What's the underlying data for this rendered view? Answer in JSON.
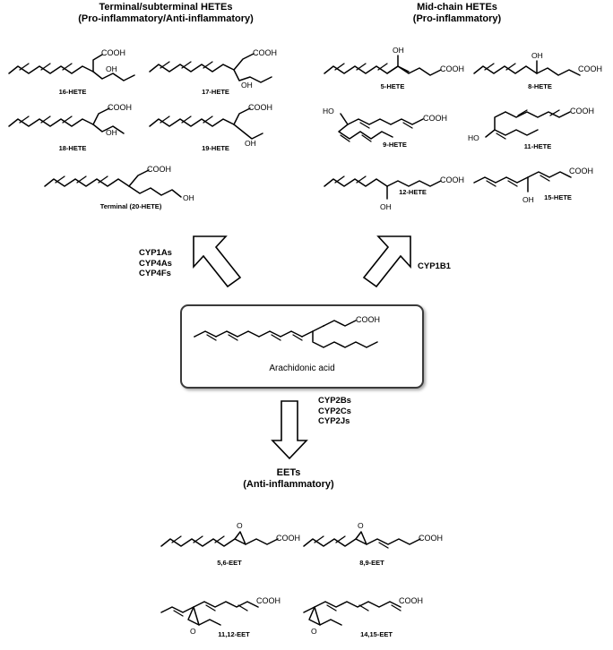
{
  "headers": {
    "left_title": "Terminal/subterminal HETEs",
    "left_subtitle": "(Pro-inflammatory/Anti-inflammatory)",
    "right_title": "Mid-chain HETEs",
    "right_subtitle": "(Pro-inflammatory)",
    "eet_title": "EETs",
    "eet_subtitle": "(Anti-inflammatory)"
  },
  "center": {
    "caption": "Arachidonic acid",
    "acid_label": "COOH"
  },
  "enzymes": {
    "left": [
      "CYP1As",
      "CYP4As",
      "CYP4Fs"
    ],
    "right": [
      "CYP1B1"
    ],
    "bottom": [
      "CYP2Bs",
      "CYP2Cs",
      "CYP2Js"
    ]
  },
  "left_structures": [
    {
      "name": "16-HETE",
      "groups": [
        "COOH",
        "OH"
      ]
    },
    {
      "name": "17-HETE",
      "groups": [
        "COOH",
        "OH"
      ]
    },
    {
      "name": "18-HETE",
      "groups": [
        "COOH",
        "OH"
      ]
    },
    {
      "name": "19-HETE",
      "groups": [
        "COOH",
        "OH"
      ]
    },
    {
      "name": "Terminal (20-HETE)",
      "groups": [
        "COOH",
        "OH"
      ]
    }
  ],
  "right_structures": [
    {
      "name": "5-HETE",
      "groups": [
        "COOH",
        "OH"
      ]
    },
    {
      "name": "8-HETE",
      "groups": [
        "COOH",
        "OH"
      ]
    },
    {
      "name": "9-HETE",
      "groups": [
        "COOH",
        "HO"
      ]
    },
    {
      "name": "11-HETE",
      "groups": [
        "COOH",
        "HO"
      ]
    },
    {
      "name": "12-HETE",
      "groups": [
        "COOH",
        "OH"
      ]
    },
    {
      "name": "15-HETE",
      "groups": [
        "COOH",
        "OH"
      ]
    }
  ],
  "eet_structures": [
    {
      "name": "5,6-EET",
      "groups": [
        "COOH",
        "O"
      ]
    },
    {
      "name": "8,9-EET",
      "groups": [
        "COOH",
        "O"
      ]
    },
    {
      "name": "11,12-EET",
      "groups": [
        "COOH",
        "O"
      ]
    },
    {
      "name": "14,15-EET",
      "groups": [
        "COOH",
        "O"
      ]
    }
  ],
  "colors": {
    "stroke": "#000000",
    "box_border": "#3a3a3a",
    "background": "#ffffff"
  }
}
